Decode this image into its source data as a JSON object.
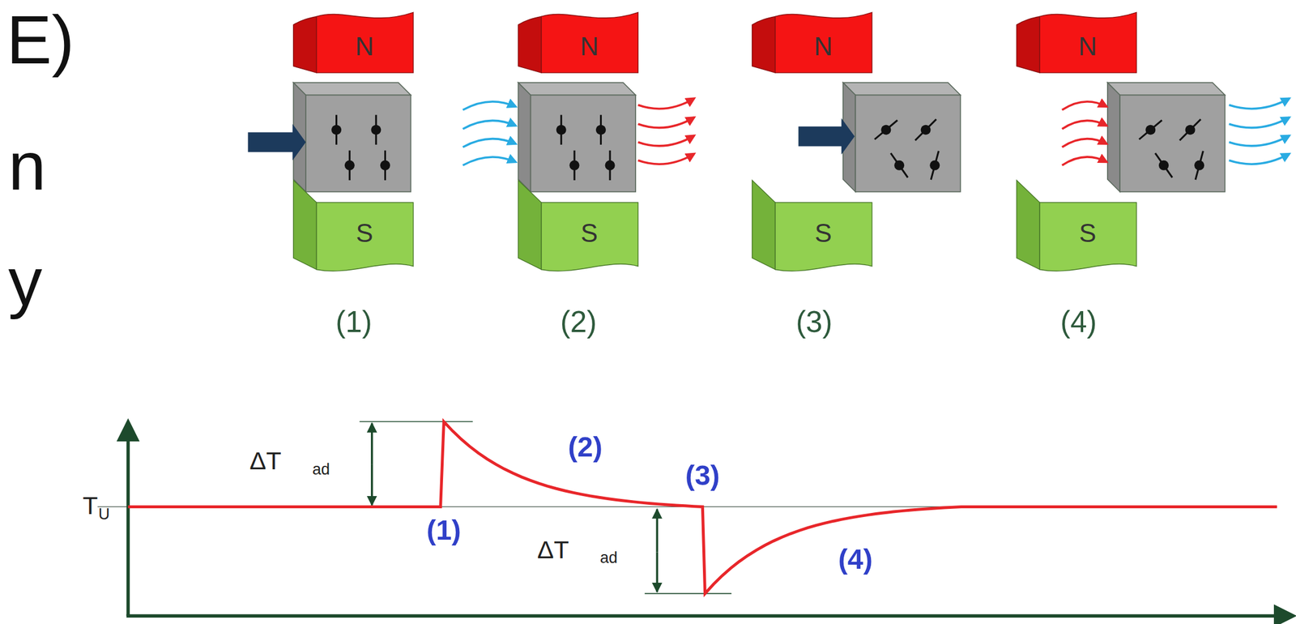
{
  "diagram": {
    "nodes": [
      {
        "text": [
          "N"
        ]
      },
      {
        "text": [
          "S"
        ]
      },
      {
        "text": [
          "N"
        ]
      },
      {
        "text": [
          "S"
        ]
      },
      {
        "text": [
          "N"
        ]
      },
      {
        "text": [
          "S"
        ]
      },
      {
        "text": [
          "N"
        ]
      },
      {
        "text": [
          "S"
        ]
      }
    ],
    "labels": [
      "E)",
      "n",
      "y",
      "(1)",
      "(2)",
      "(3)",
      "(4)",
      "T",
      "U",
      "ΔT",
      "ad",
      "ΔT",
      "ad",
      "(1)",
      "(2)",
      "(3)",
      "(4)"
    ]
  }
}
